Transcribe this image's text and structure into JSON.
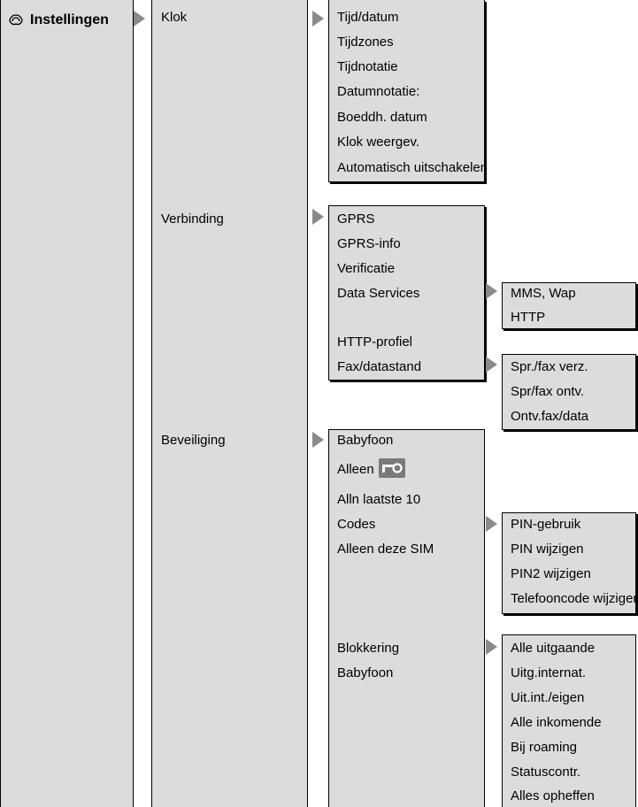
{
  "root": {
    "label": "Instellingen",
    "icon": "settings-icon"
  },
  "level1": [
    {
      "label": "Klok"
    },
    {
      "label": "Verbinding"
    },
    {
      "label": "Beveiliging"
    }
  ],
  "klok": [
    "Tijd/datum",
    "Tijdzones",
    "Tijdnotatie",
    "Datumnotatie:",
    "Boeddh. datum",
    "Klok weergev.",
    "Automatisch uitschakelen"
  ],
  "verbinding": [
    "GPRS",
    "GPRS-info",
    "Verificatie",
    "Data Services",
    "HTTP-profiel",
    "Fax/datastand"
  ],
  "data_services": [
    "MMS, Wap",
    "HTTP"
  ],
  "fax": [
    "Spr./fax verz.",
    "Spr/fax ontv.",
    "Ontv.fax/data"
  ],
  "beveiliging": [
    "Babyfoon",
    "Alleen",
    "Alln laatste 10",
    "Codes",
    "Alleen deze SIM",
    "Blokkering",
    "Babyfoon"
  ],
  "alleen_icon": "key-icon",
  "codes": [
    "PIN-gebruik",
    "PIN wijzigen",
    "PIN2 wijzigen",
    "Telefooncode wijzigen"
  ],
  "blokkering": [
    "Alle uitgaande",
    "Uitg.internat.",
    "Uit.int./eigen",
    "Alle inkomende",
    "Bij roaming",
    "Statuscontr.",
    "Alles opheffen"
  ]
}
